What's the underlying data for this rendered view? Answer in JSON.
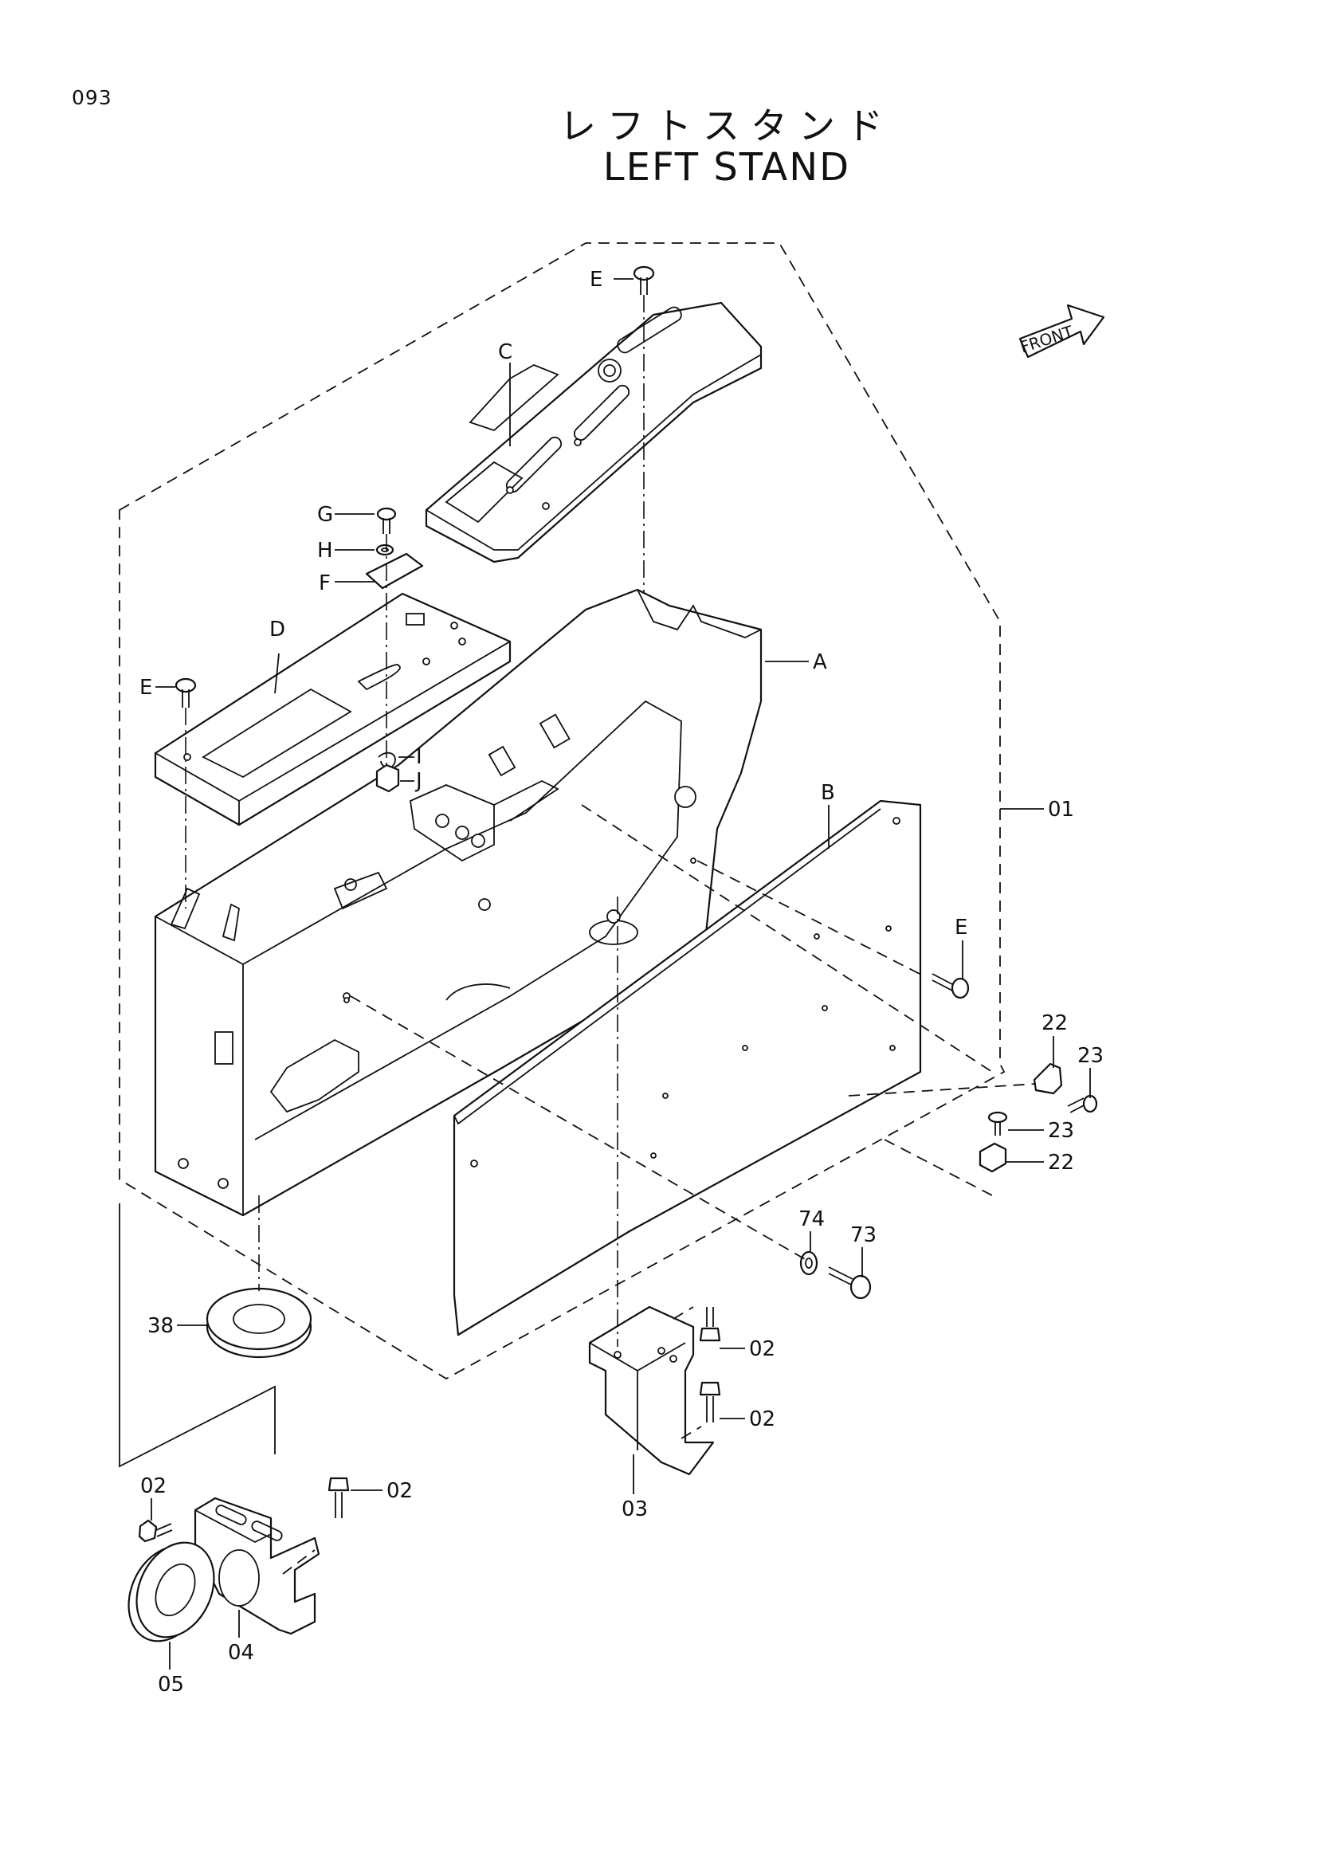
{
  "page_number": "093",
  "title_japanese": "レフトスタンド",
  "title_english": "LEFT STAND",
  "front_indicator": "FRONT",
  "callouts": {
    "A": "A",
    "B": "B",
    "C": "C",
    "D": "D",
    "E_top": "E",
    "E_left": "E",
    "E_right": "E",
    "F": "F",
    "G": "G",
    "H": "H",
    "I": "I",
    "J": "J",
    "p01": "01",
    "p02_a": "02",
    "p02_b": "02",
    "p02_c": "02",
    "p02_d": "02",
    "p03": "03",
    "p04": "04",
    "p05": "05",
    "p22_a": "22",
    "p22_b": "22",
    "p23_a": "23",
    "p23_b": "23",
    "p38": "38",
    "p73": "73",
    "p74": "74"
  }
}
